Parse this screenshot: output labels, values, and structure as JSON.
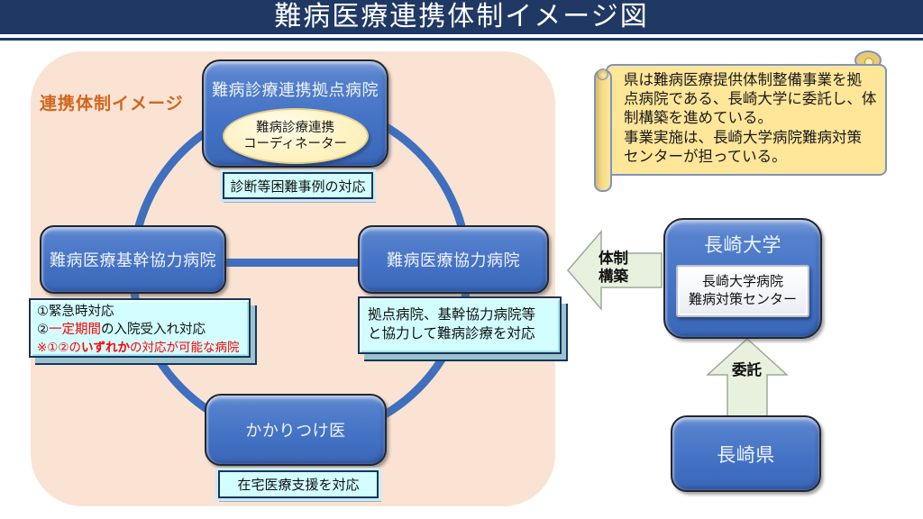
{
  "header": {
    "title": "難病医療連携体制イメージ図"
  },
  "diagram": {
    "label": "連携体制イメージ",
    "hub": {
      "name": "難病診療連携拠点病院",
      "coordinator_l1": "難病診療連携",
      "coordinator_l2": "コーディネーター",
      "note": "診断等困難事例の対応"
    },
    "core": {
      "name": "難病医療基幹協力病院",
      "note": {
        "l1": "①緊急時対応",
        "l2a": "②",
        "l2b": "一定期間",
        "l2c": "の入院受入れ対応",
        "l3a": "※①②の",
        "l3b": "いずれか",
        "l3c": "の対応が可能な病院"
      }
    },
    "coop": {
      "name": "難病医療協力病院",
      "note_l1": "拠点病院、基幹協力病院等",
      "note_l2": "と協力して難病診療を対応"
    },
    "family": {
      "name": "かかりつけ医",
      "note": "在宅医療支援を対応"
    }
  },
  "scroll_note": {
    "lines": [
      "県は難病医療提供体制整備事業を拠",
      "点病院である、長崎大学に委託し、体",
      "制構築を進めている。",
      "事業実施は、長崎大学病院難病対策",
      "センターが担っている。"
    ]
  },
  "university": {
    "name": "長崎大学",
    "center_l1": "長崎大学病院",
    "center_l2": "難病対策センター"
  },
  "prefecture": {
    "name": "長崎県"
  },
  "arrows": {
    "build_l1": "体制",
    "build_l2": "構築",
    "entrust": "委託"
  },
  "colors": {
    "header_navy": "#1F3864",
    "panel_peach": "#FAE3D3",
    "box_blue": "#4472C4",
    "ring_blue": "#3F6FBE",
    "note_cyan": "#CCFFFF",
    "scroll_yellow": "#FFE699",
    "arrow_green": "#E7F1DE",
    "accent_orange": "#D2651F",
    "alert_red": "#FF0000"
  }
}
